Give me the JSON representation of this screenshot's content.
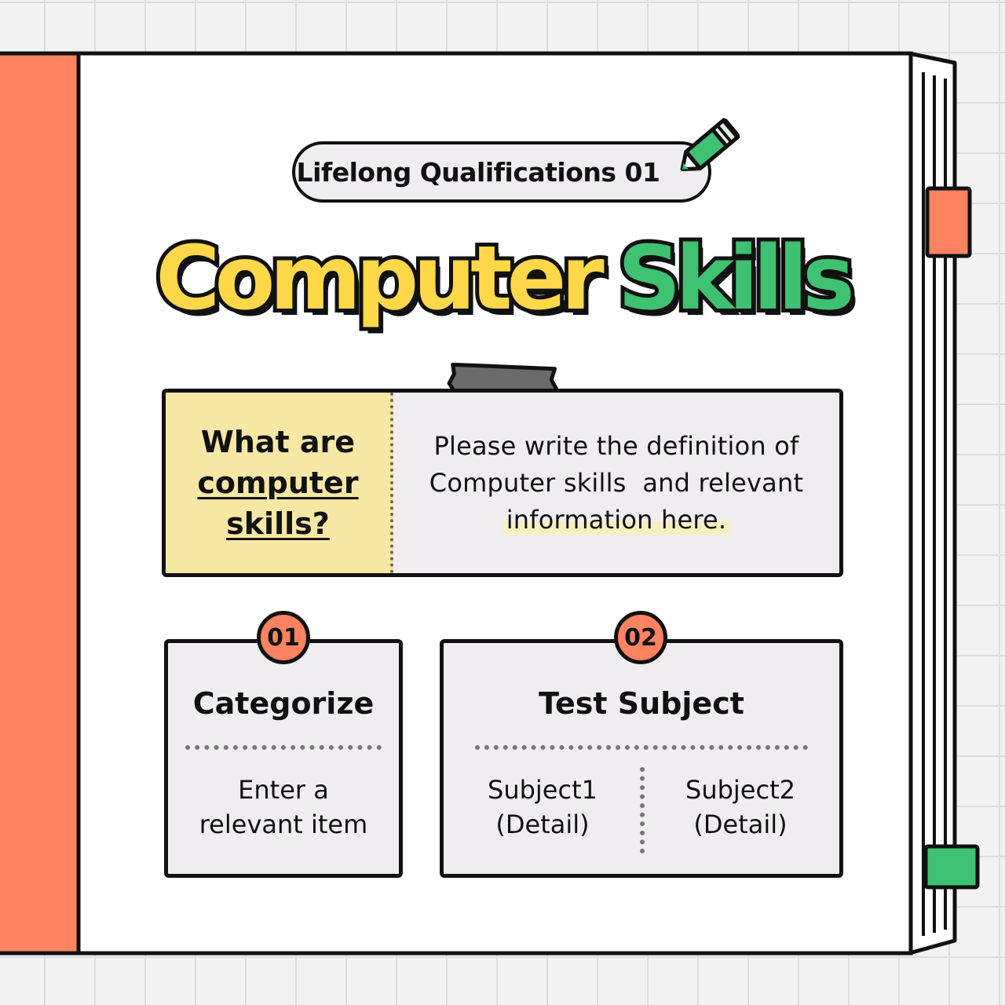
{
  "header": {
    "qualification_label": "Lifelong Qualifications 01"
  },
  "title": {
    "part1": "Computer",
    "part2": "Skills"
  },
  "definition": {
    "question_line1": "What are",
    "question_line2": "computer",
    "question_line3": "skills?",
    "text_line1": "Please write the definition of",
    "text_line2": "Computer skills  and relevant",
    "text_line3": "information here."
  },
  "cards": [
    {
      "number": "01",
      "title": "Categorize",
      "body_line1": "Enter a",
      "body_line2": "relevant item"
    },
    {
      "number": "02",
      "title": "Test Subject",
      "subjects": [
        {
          "name": "Subject1",
          "detail": "(Detail)"
        },
        {
          "name": "Subject2",
          "detail": "(Detail)"
        }
      ]
    }
  ],
  "colors": {
    "accent_orange": "#ff8360",
    "accent_green": "#3fc172",
    "accent_yellow": "#ffd84a",
    "highlight_yellow": "#f7e7a4"
  }
}
